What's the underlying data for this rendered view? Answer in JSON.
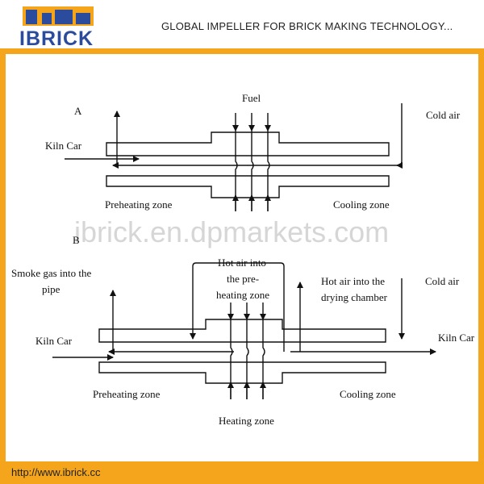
{
  "header": {
    "brand": "IBRICK",
    "title": "GLOBAL IMPELLER FOR BRICK MAKING TECHNOLOGY...",
    "colors": {
      "orange": "#f5a51c",
      "brand_blue": "#2b4c9c"
    }
  },
  "footer": {
    "url": "http://www.ibrick.cc"
  },
  "watermark": {
    "text": "ibrick.en.dpmarkets.com"
  },
  "diagram_a": {
    "section_label": "A",
    "fuel": "Fuel",
    "cold_air": "Cold air",
    "kiln_car": "Kiln Car",
    "preheating_zone": "Preheating zone",
    "cooling_zone": "Cooling zone"
  },
  "diagram_b": {
    "section_label": "B",
    "smoke_gas_l1": "Smoke gas into the",
    "smoke_gas_l2": "pipe",
    "hot_air_pre_l1": "Hot air into",
    "hot_air_pre_l2": "the pre-",
    "hot_air_pre_l3": "heating zone",
    "hot_air_dry_l1": "Hot air into the",
    "hot_air_dry_l2": "drying chamber",
    "cold_air": "Cold air",
    "kiln_car_left": "Kiln Car",
    "kiln_car_right": "Kiln Car",
    "preheating_zone": "Preheating zone",
    "cooling_zone": "Cooling zone",
    "heating_zone": "Heating zone"
  }
}
